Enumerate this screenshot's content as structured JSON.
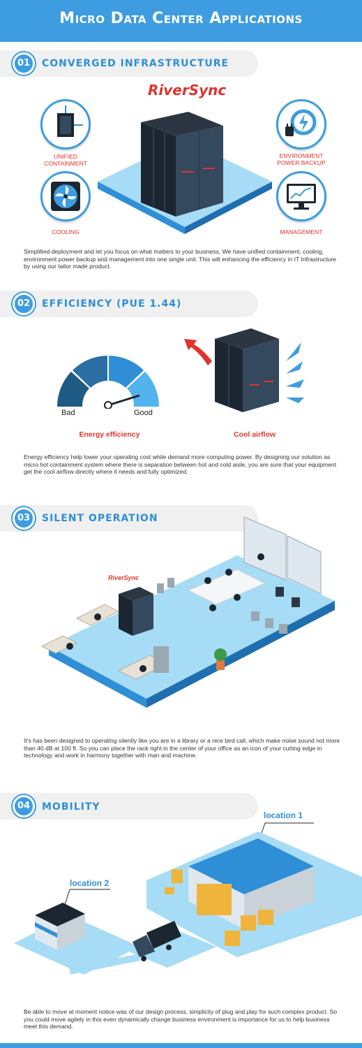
{
  "header": {
    "title": "Micro Data Center Applications"
  },
  "colors": {
    "accent": "#3d9de0",
    "red": "#e0332d",
    "dark_rack": "#1c2630",
    "floor": "#a6dcf5"
  },
  "section1": {
    "number": "01",
    "title": "CONVERGED INFRASTRUCTURE",
    "brand": "RiverSync",
    "icons": [
      {
        "icon": "containment-icon",
        "label_line1": "UNIFIED",
        "label_line2": "CONTAINMENT"
      },
      {
        "icon": "cooling-fan-icon",
        "label_line1": "COOLING",
        "label_line2": ""
      },
      {
        "icon": "power-backup-icon",
        "label_line1": "ENVIRONMENT",
        "label_line2": "POWER BACKUP"
      },
      {
        "icon": "management-monitor-icon",
        "label_line1": "MANAGEMENT",
        "label_line2": ""
      }
    ],
    "paragraph": "Simplified deployment and let you focus on what matters to your business. We have unified containment, cooling, environment power backup and management into one single unit. This will enhancing the efficiency in IT Infrastructure by using our tailor made product."
  },
  "section2": {
    "number": "02",
    "title": "EFFICIENCY (PUE 1.44)",
    "gauge_bad": "Bad",
    "gauge_good": "Good",
    "caption_left": "Energy efficiency",
    "caption_right": "Cool airflow",
    "paragraph": "Energy efficiency help lower your operating cost while demand more computing power. By designing our solution as micro hot containment system where there is separation between hot and cold aisle, you are sure that your equipment get the cool airflow directly where it needs and fully optimized."
  },
  "section3": {
    "number": "03",
    "title": "SILENT OPERATION",
    "brand": "RiverSync",
    "paragraph": "It's has been designed to operating silently like you are in a library or a nice bird call, which make noise sound not more than 40 dB at 100 ft. So you can place the rack right in the center of your office as an icon of your cutting edge in technology and work in harmony together with man and machine."
  },
  "section4": {
    "number": "04",
    "title": "MOBILITY",
    "location1": "location 1",
    "location2": "location 2",
    "paragraph": "Be able to move at moment notice was of our design process, simplicity of plug and play for such complex product. So you could move agilely in this even dynamically change business environment is importance for us to help business meet this demand."
  }
}
